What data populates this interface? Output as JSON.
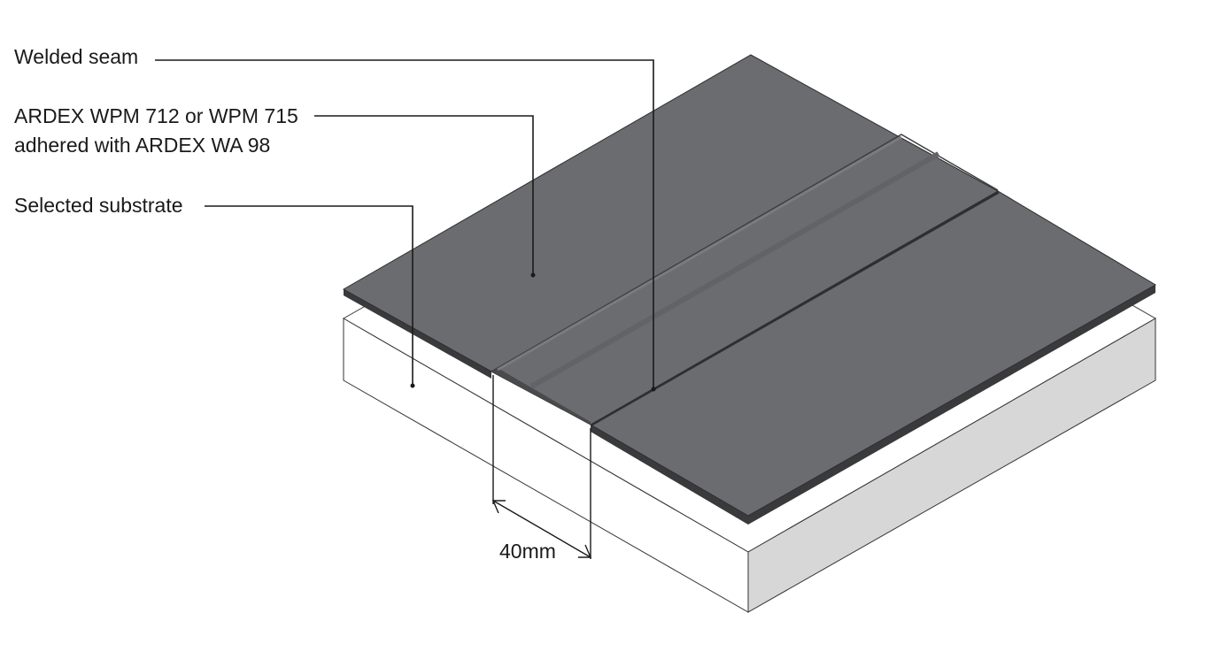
{
  "labels": {
    "welded_seam": "Welded seam",
    "membrane_line1": "ARDEX WPM 712 or WPM 715",
    "membrane_line2": "adhered with ARDEX WA 98",
    "substrate": "Selected substrate"
  },
  "dimension": {
    "overlap": "40mm"
  },
  "colors": {
    "membrane_top": "#6b6c70",
    "membrane_edge": "#3a3a3c",
    "substrate_top": "#ffffff",
    "substrate_left": "#ffffff",
    "substrate_right": "#d7d7d7",
    "line": "#1a1a1a"
  }
}
